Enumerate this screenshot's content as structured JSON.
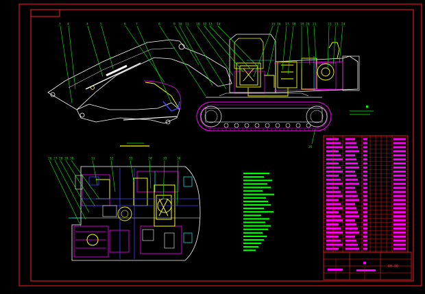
{
  "colors": {
    "background": "#000000",
    "frame": "#ff2020",
    "leader": "#00ff00",
    "machine_outline": "#ffffff",
    "hydraulics": "#ffff00",
    "structure": "#ff00ff",
    "track": "#ff00ff",
    "blue_lines": "#4040ff",
    "cyan": "#00ffff",
    "notes_text": "#00ff00",
    "table_lines": "#ff2020",
    "table_text": "#ff00ff"
  },
  "side_view": {
    "callouts_top": [
      "3",
      "4",
      "4",
      "5",
      "6",
      "7",
      "8",
      "9",
      "10",
      "11",
      "18",
      "12",
      "13",
      "14",
      "15",
      "16",
      "17",
      "18",
      "19",
      "20",
      "21",
      "22",
      "23",
      "24"
    ],
    "callout_bottom": "25"
  },
  "plan_view": {
    "callouts_top": [
      "26",
      "27",
      "28",
      "29",
      "30",
      "31",
      "32",
      "33",
      "34",
      "35",
      "36"
    ]
  },
  "table": {
    "row_count": 28,
    "title_block": {
      "drawing_number": "00-00"
    }
  }
}
